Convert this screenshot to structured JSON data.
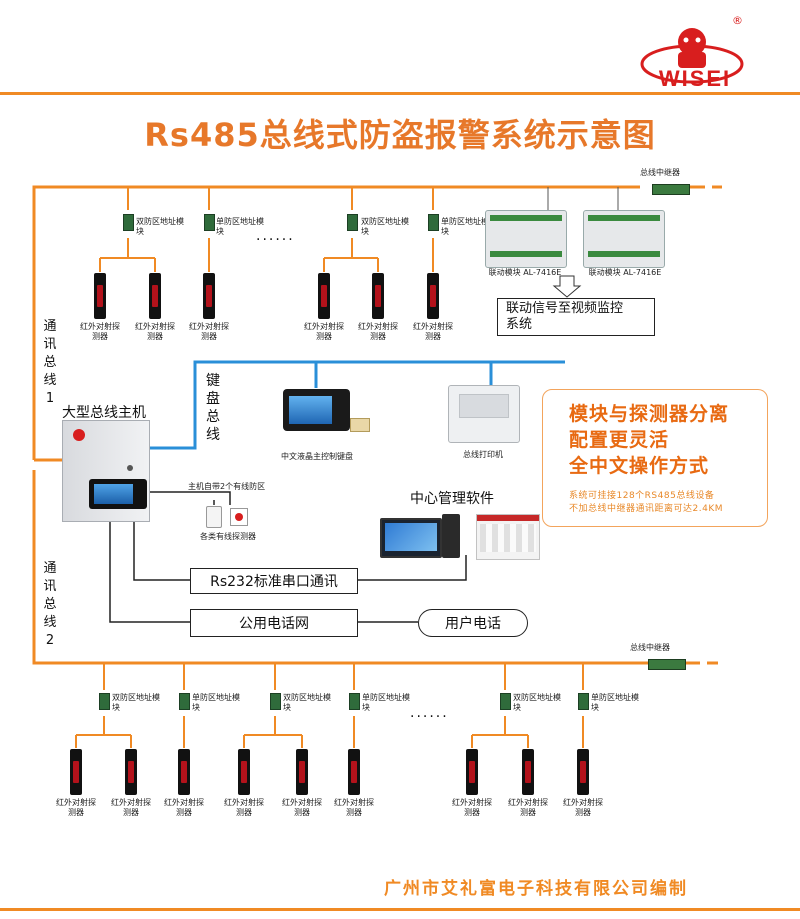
{
  "brand": {
    "name": "WISEI",
    "registered": "®"
  },
  "title": "Rs485总线式防盗报警系统示意图",
  "top_bus": {
    "repeater_label": "总线中继器",
    "modules": [
      "双防区地址模块",
      "单防区地址模块",
      "双防区地址模块",
      "单防区地址模块"
    ],
    "linkage_modules": [
      "联动模块 AL-7416E",
      "联动模块 AL-7416E"
    ],
    "linkage_note": "联动信号至视频监控系统",
    "sensor_label": "红外对射探测器",
    "ellipsis": "......"
  },
  "bus1_label": "通讯总线1",
  "bus2_label": "通讯总线2",
  "keyboard_bus_label": "键盘总线",
  "host_label": "大型总线主机",
  "keypad_label": "中文液晶主控制键盘",
  "printer_label": "总线打印机",
  "zone_note": "主机自带2个有线防区",
  "wired_detectors_label": "各类有线探测器",
  "software_label": "中心管理软件",
  "rs232_label": "Rs232标准串口通讯",
  "phone_net_label": "公用电话网",
  "user_phone_label": "用户电话",
  "promo": {
    "lines": [
      "模块与探测器分离",
      "配置更灵活",
      "全中文操作方式"
    ],
    "notes": [
      "系统可挂接128个RS485总线设备",
      "不加总线中继器通讯距离可达2.4KM"
    ]
  },
  "bottom_bus": {
    "repeater_label": "总线中继器",
    "modules": [
      "双防区地址模块",
      "单防区地址模块",
      "双防区地址模块",
      "单防区地址模块",
      "双防区地址模块",
      "单防区地址模块"
    ],
    "sensor_label": "红外对射探测器",
    "ellipsis": "......"
  },
  "footer": "广州市艾礼富电子科技有限公司编制",
  "colors": {
    "orange": "#f08a24",
    "blue": "#2a8fd8",
    "red": "#d81e1e"
  }
}
